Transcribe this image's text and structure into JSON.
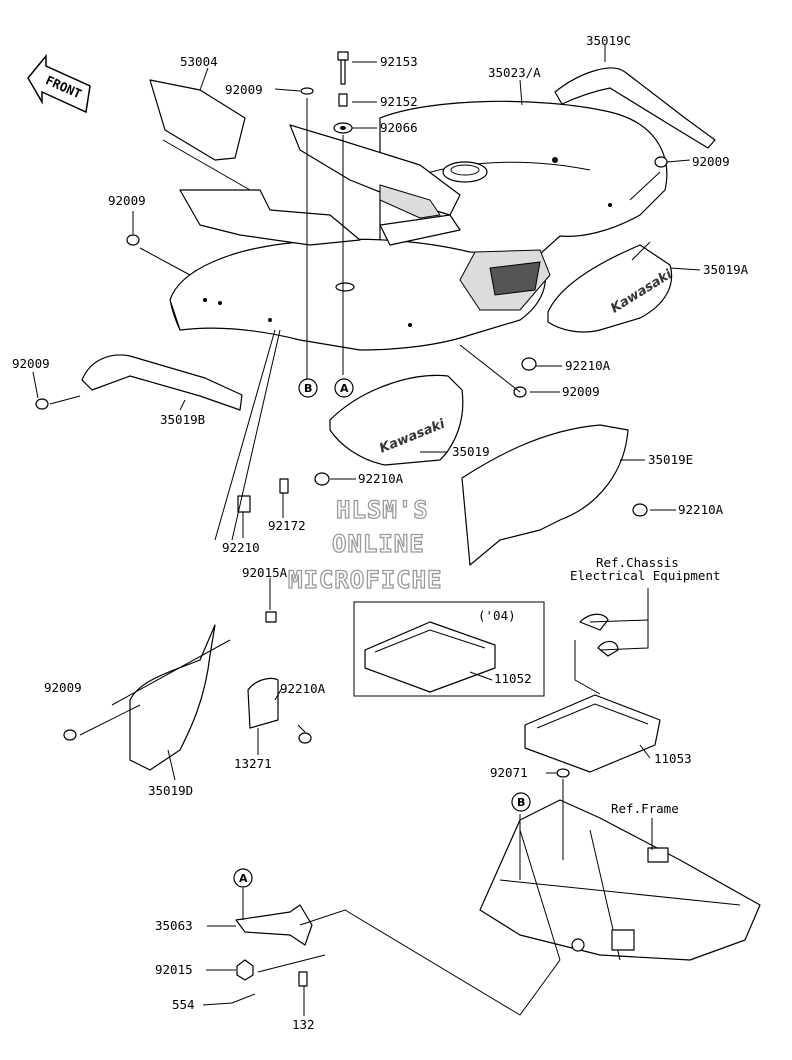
{
  "front_indicator": "FRONT",
  "watermark": [
    "HLSM'S",
    "ONLINE",
    "MICROFICHE"
  ],
  "decal_text": "Kawasaki",
  "ref_markers": [
    "A",
    "B"
  ],
  "version_box_label": "('04)",
  "references": {
    "chassis_line1": "Ref.Chassis",
    "chassis_line2": "Electrical Equipment",
    "frame": "Ref.Frame"
  },
  "parts": {
    "p53004": "53004",
    "p92009_top": "92009",
    "p92153": "92153",
    "p92152": "92152",
    "p92066": "92066",
    "p35023A": "35023/A",
    "p35019C": "35019C",
    "p92009_right": "92009",
    "p92009_left": "92009",
    "p35019A": "35019A",
    "p92009_far_left": "92009",
    "p92210A_1": "92210A",
    "p92009_mid": "92009",
    "p35019B": "35019B",
    "p35019": "35019",
    "p35019E": "35019E",
    "p92210A_2": "92210A",
    "p92210A_3": "92210A",
    "p92172": "92172",
    "p92210": "92210",
    "p92015A": "92015A",
    "p11052": "11052",
    "p92009_lower": "92009",
    "p92210A_4": "92210A",
    "p13271": "13271",
    "p35019D": "35019D",
    "p11053": "11053",
    "p92071": "92071",
    "p35063": "35063",
    "p92015": "92015",
    "p554": "554",
    "p132": "132"
  }
}
